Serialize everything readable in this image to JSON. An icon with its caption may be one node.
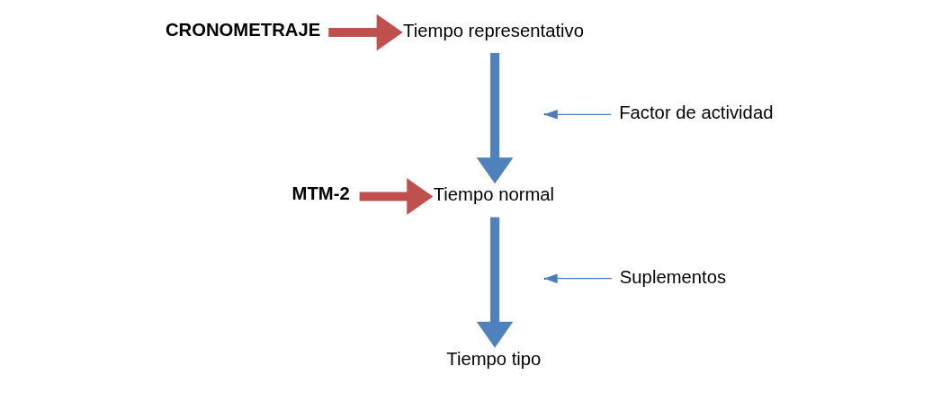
{
  "diagram": {
    "nodes": [
      {
        "text": [
          "Tiempo representativo"
        ]
      },
      {
        "text": [
          "CRONOMETRAJE"
        ]
      },
      {
        "text": [
          "Factor de actividad"
        ]
      },
      {
        "text": [
          "MTM-2"
        ]
      },
      {
        "text": [
          "Tiempo normal"
        ]
      },
      {
        "text": [
          "Suplementos"
        ]
      },
      {
        "text": [
          "Tiempo tipo"
        ]
      }
    ],
    "edges": [
      {
        "from": 1,
        "to": 0,
        "arrow": "to",
        "color": "#c0504d"
      },
      {
        "from": 0,
        "to": 4,
        "arrow": "to",
        "color": "#4f81bd"
      },
      {
        "from": 2,
        "to": null,
        "arrow": "to",
        "color": "#4a7ebb"
      },
      {
        "from": 3,
        "to": 4,
        "arrow": "to",
        "color": "#c0504d"
      },
      {
        "from": 4,
        "to": 6,
        "arrow": "to",
        "color": "#4f81bd"
      },
      {
        "from": 5,
        "to": null,
        "arrow": "to",
        "color": "#4a7ebb"
      }
    ]
  }
}
